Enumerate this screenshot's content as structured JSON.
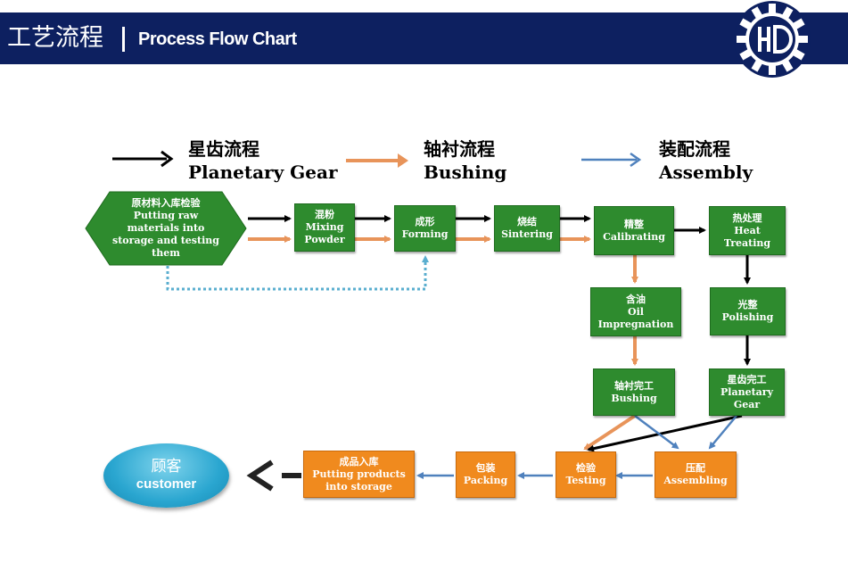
{
  "header": {
    "title_cn": "工艺流程",
    "title_en": "Process Flow Chart"
  },
  "legend": [
    {
      "cn": "星齿流程",
      "en": "Planetary Gear",
      "color": "#000000"
    },
    {
      "cn": "轴衬流程",
      "en": "Bushing",
      "color": "#e8945a"
    },
    {
      "cn": "装配流程",
      "en": "Assembly",
      "color": "#4f81bd"
    }
  ],
  "steps": {
    "incoming": {
      "cn": "原材料入库检验",
      "en": "Putting raw materials into storage and testing them"
    },
    "mixing": {
      "cn": "混粉",
      "en": "Mixing Powder"
    },
    "forming": {
      "cn": "成形",
      "en": "Forming"
    },
    "sintering": {
      "cn": "烧结",
      "en": "Sintering"
    },
    "calibrating": {
      "cn": "精整",
      "en": "Calibrating"
    },
    "heat": {
      "cn": "热处理",
      "en": "Heat Treating"
    },
    "oil": {
      "cn": "含油",
      "en": "Oil Impregnation"
    },
    "polishing": {
      "cn": "光整",
      "en": "Polishing"
    },
    "bushing_done": {
      "cn": "轴衬完工",
      "en": "Bushing"
    },
    "gear_done": {
      "cn": "星齿完工",
      "en": "Planetary Gear"
    },
    "assembling": {
      "cn": "压配",
      "en": "Assembling"
    },
    "testing": {
      "cn": "检验",
      "en": "Testing"
    },
    "packing": {
      "cn": "包装",
      "en": "Packing"
    },
    "storage": {
      "cn": "成品入库",
      "en": "Putting products into storage"
    },
    "customer": {
      "cn": "顾客",
      "en": "customer"
    }
  },
  "colors": {
    "header_bg": "#0d2060",
    "process_green": "#2e8b2e",
    "assembly_orange": "#f08a1e",
    "customer_blue": "#2aa6d0",
    "gear_arrow": "#000000",
    "bushing_arrow": "#e8945a",
    "assembly_arrow": "#4f81bd",
    "return_dotted": "#5aaecf"
  }
}
